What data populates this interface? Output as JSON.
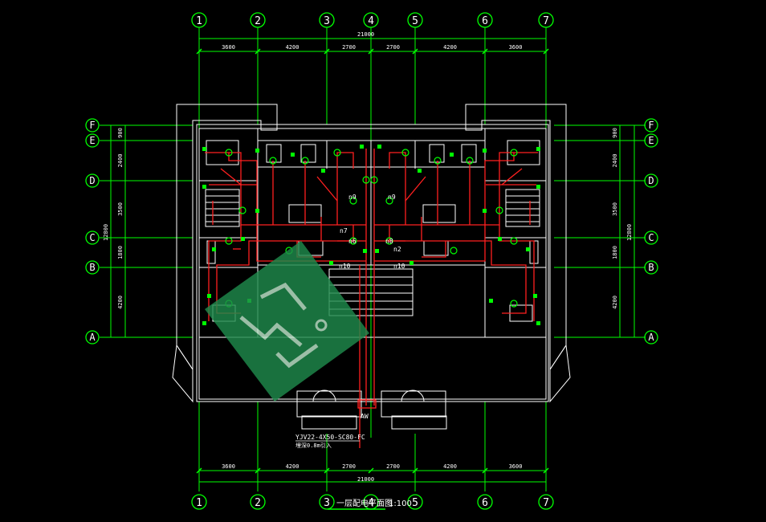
{
  "plan": {
    "title": "一层配电平面图",
    "scale": "1:100",
    "total_dim_top": "21000",
    "total_dim_bottom": "21000",
    "column_grid_labels": [
      "1",
      "2",
      "3",
      "4",
      "5",
      "6",
      "7"
    ],
    "row_grid_labels": [
      "F",
      "E",
      "D",
      "C",
      "B",
      "A"
    ],
    "top_spans": [
      "3600",
      "4200",
      "2700",
      "2700",
      "4200",
      "3600"
    ],
    "bottom_spans": [
      "3600",
      "4200",
      "2700",
      "2700",
      "4200",
      "3600"
    ],
    "left_spans": [
      "900",
      "2400",
      "3500",
      "1800",
      "4200"
    ],
    "left_total": "12800",
    "right_spans": [
      "900",
      "2400",
      "3500",
      "1800",
      "4200"
    ],
    "right_total": "12800",
    "cable_spec_line1": "YJV22-4X50-SC80-FC",
    "cable_spec_line2": "埋深0.8m引入",
    "panel_label": "AW",
    "circuit_labels": [
      "n9",
      "n9",
      "n7",
      "n6",
      "n8",
      "n2",
      "n10",
      "n10"
    ],
    "colors": {
      "background": "#000000",
      "axis_lines": "#00ff00",
      "grid_bubble": "#00ff00",
      "walls": "#ffffff",
      "circuits": "#ff0000",
      "fixtures": "#00ff00",
      "watermark": "#1f8a4c"
    }
  }
}
